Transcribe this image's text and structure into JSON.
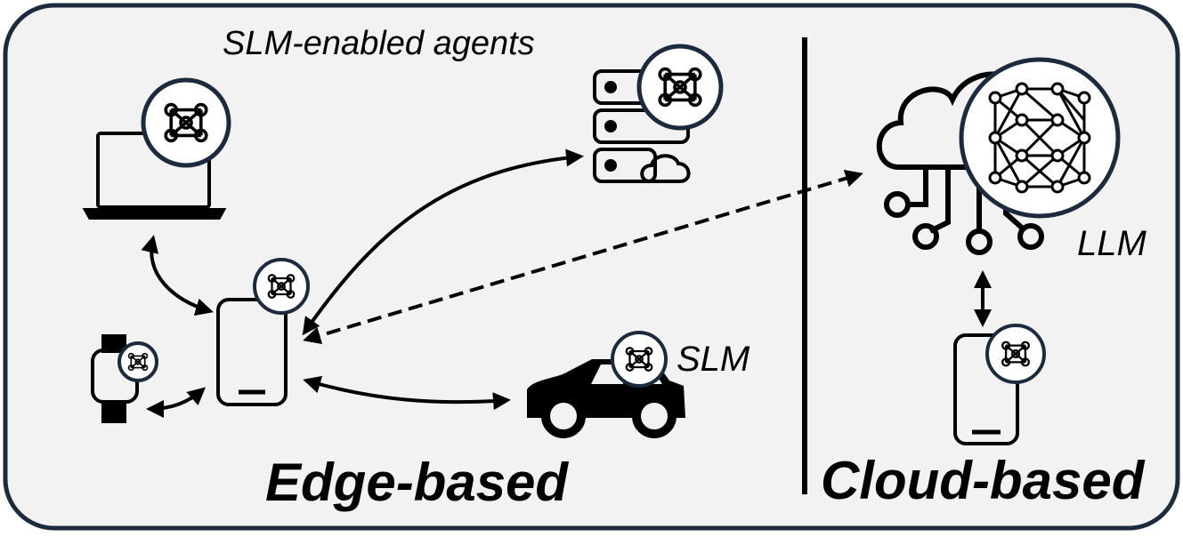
{
  "diagram": {
    "labels": {
      "slm_agents": "SLM-enabled agents",
      "slm": "SLM",
      "llm": "LLM",
      "edge_based": "Edge-based",
      "cloud_based": "Cloud-based"
    },
    "colors": {
      "frame_fill": "#f2f2f2",
      "frame_stroke": "#1c2a3e",
      "ink": "#000000",
      "badge_ring": "#1c2a3e"
    },
    "icons": [
      "laptop-icon",
      "server-cloud-icon",
      "cloud-network-icon",
      "smartwatch-icon",
      "smartphone-icon",
      "car-icon",
      "neural-network-icon"
    ]
  }
}
